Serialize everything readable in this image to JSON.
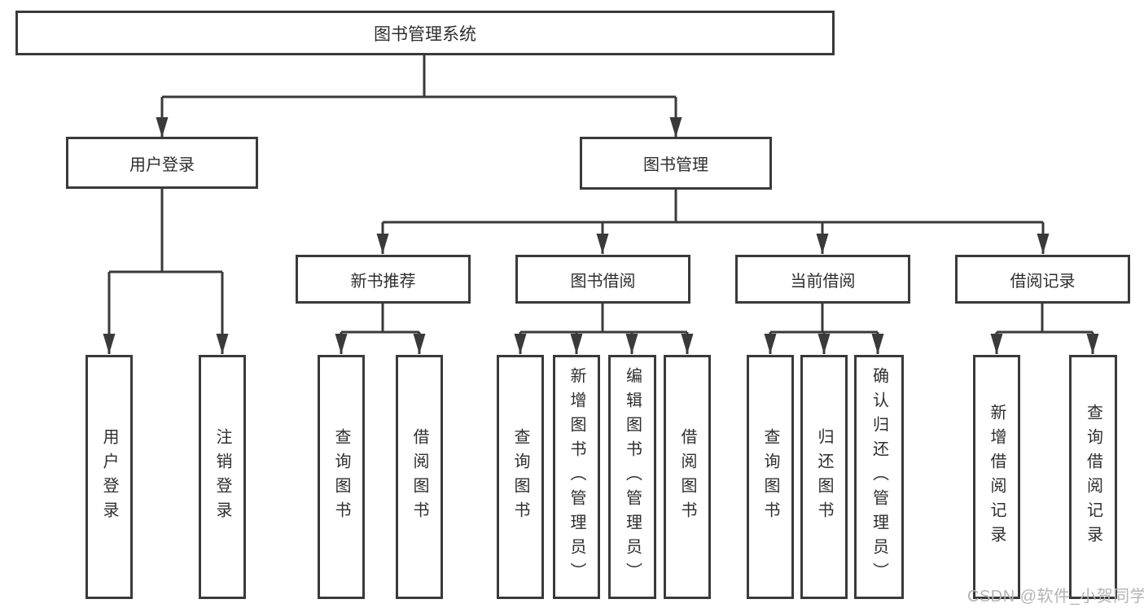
{
  "title": "图书管理系统",
  "watermark": "CSDN @软件_小贺同学",
  "colors": {
    "line": "#3a3a3a",
    "border": "#3a3a3a",
    "text": "#2e2e2e",
    "watermark": "#b4b4b4",
    "background": "#ffffff"
  },
  "tree": {
    "root": {
      "label": "图书管理系统"
    },
    "branches": [
      {
        "label": "用户登录",
        "children": [
          {
            "label": "用户登录"
          },
          {
            "label": "注销登录"
          }
        ]
      },
      {
        "label": "图书管理",
        "children": [
          {
            "label": "新书推荐",
            "children": [
              {
                "label": "查询图书"
              },
              {
                "label": "借阅图书"
              }
            ]
          },
          {
            "label": "图书借阅",
            "children": [
              {
                "label": "查询图书"
              },
              {
                "label": "新增图书（管理员）"
              },
              {
                "label": "编辑图书（管理员）"
              },
              {
                "label": "借阅图书"
              }
            ]
          },
          {
            "label": "当前借阅",
            "children": [
              {
                "label": "查询图书"
              },
              {
                "label": "归还图书"
              },
              {
                "label": "确认归还（管理员）"
              }
            ]
          },
          {
            "label": "借阅记录",
            "children": [
              {
                "label": "新增借阅记录"
              },
              {
                "label": "查询借阅记录"
              }
            ]
          }
        ]
      }
    ]
  }
}
